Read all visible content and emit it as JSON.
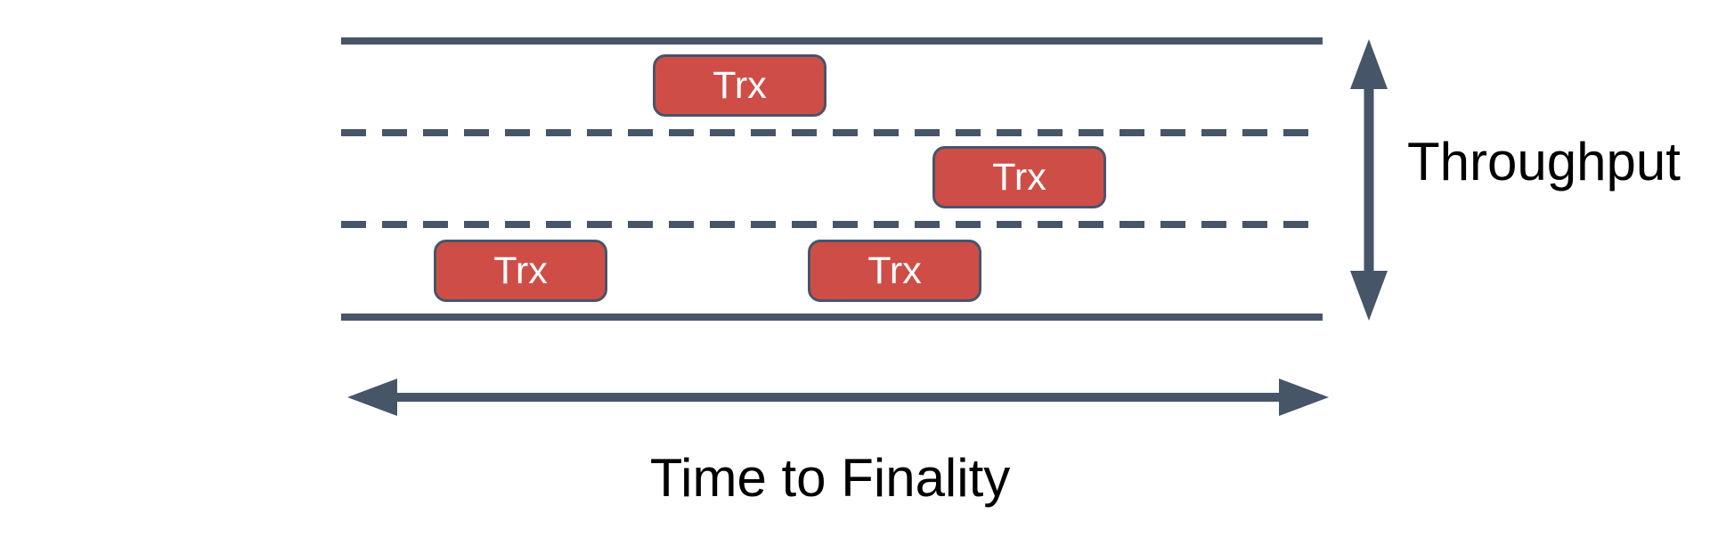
{
  "diagram": {
    "labels": {
      "throughput": "Throughput",
      "time_to_finality": "Time to Finality"
    },
    "transactions": [
      {
        "label": "Trx",
        "lane": "top"
      },
      {
        "label": "Trx",
        "lane": "middle"
      },
      {
        "label": "Trx",
        "lane": "bottom"
      },
      {
        "label": "Trx",
        "lane": "bottom"
      }
    ],
    "lanes": {
      "count": 3,
      "boundary_style": "solid",
      "separator_style": "dashed"
    },
    "colors": {
      "line": "#475569",
      "trx_fill": "#CE4E47",
      "trx_border": "#475569",
      "trx_text": "#FFFFFF",
      "label_text": "#000000",
      "background": "#FFFFFF"
    }
  }
}
